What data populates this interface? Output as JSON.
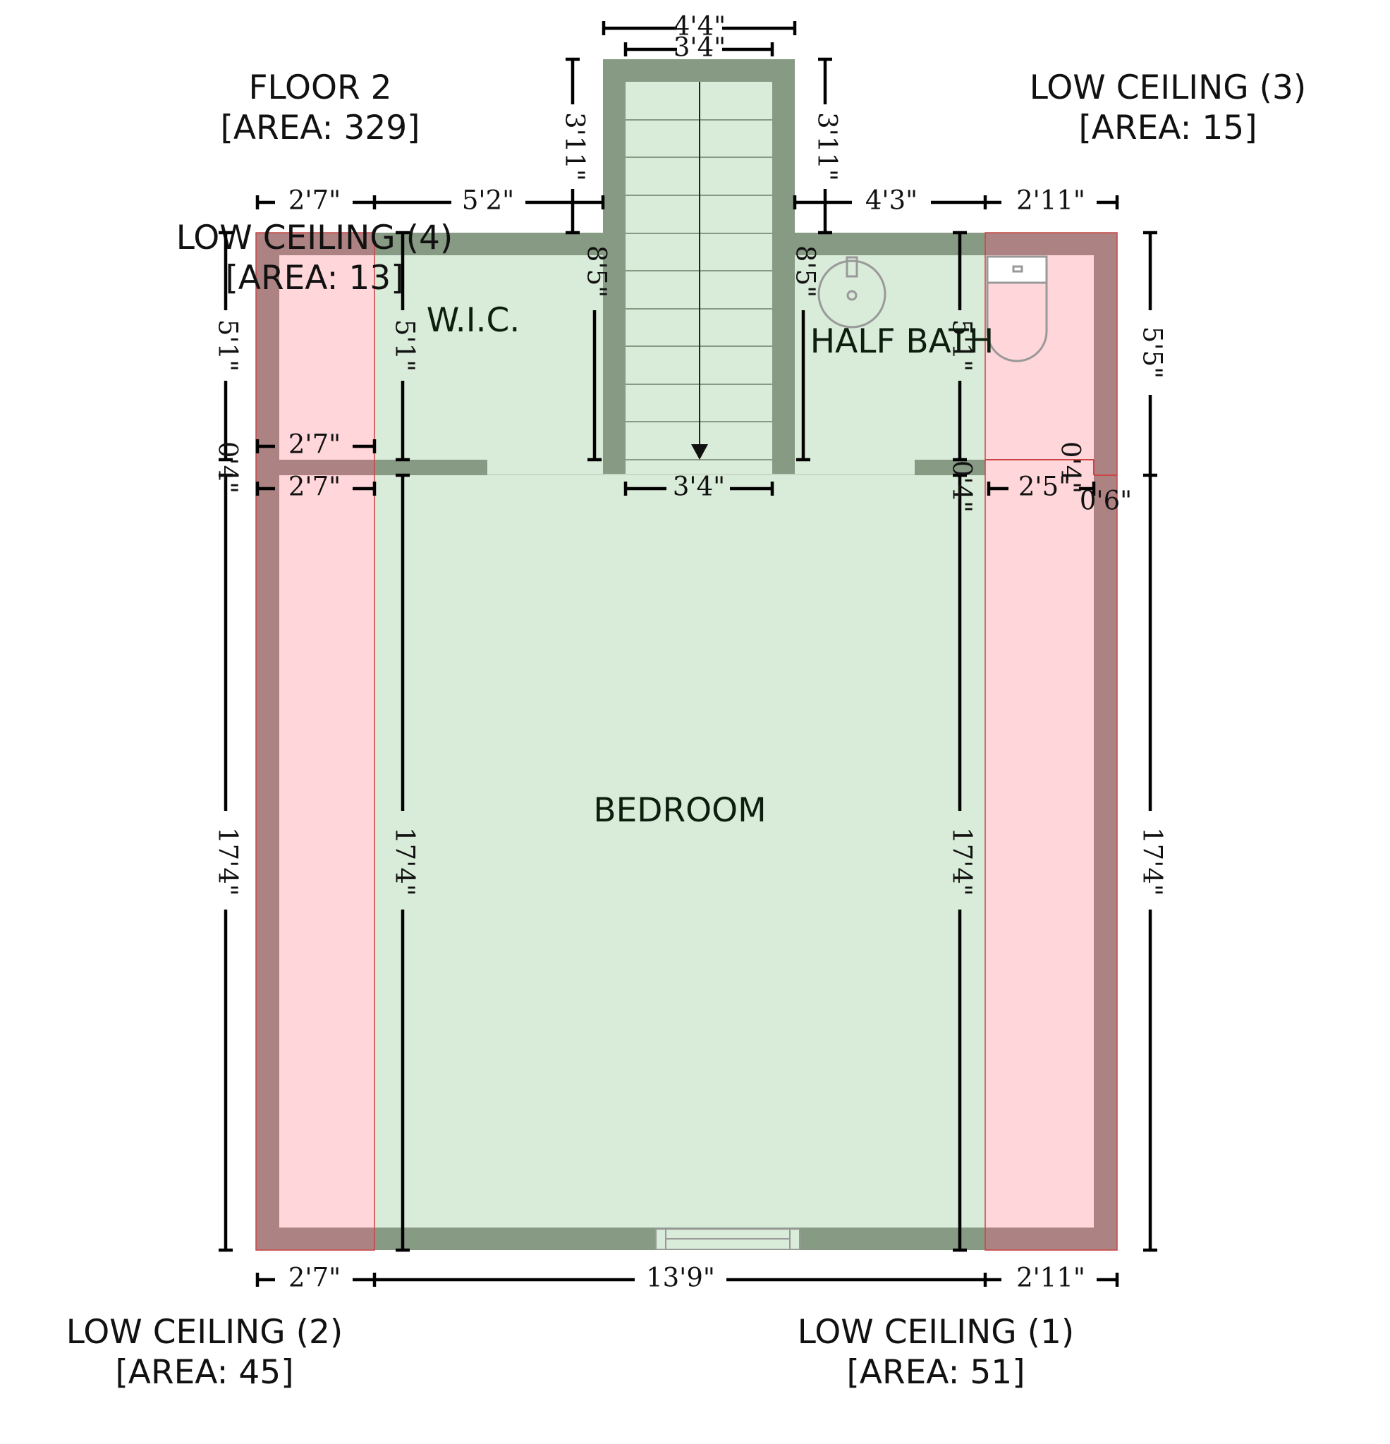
{
  "colors": {
    "floor": "#d9ebd9",
    "wall": "#879a84",
    "low_ceiling_fill": "#ffd6d9",
    "low_ceiling_wall": "#ac8282",
    "low_ceiling_border": "#cc4444"
  },
  "labels": {
    "floor": {
      "name": "FLOOR 2",
      "area": "[AREA: 329]"
    },
    "low_ceiling_3": {
      "name": "LOW CEILING (3)",
      "area": "[AREA: 15]"
    },
    "low_ceiling_4": {
      "name": "LOW CEILING (4)",
      "area": "[AREA: 13]"
    },
    "low_ceiling_2": {
      "name": "LOW CEILING (2)",
      "area": "[AREA: 45]"
    },
    "low_ceiling_1": {
      "name": "LOW CEILING (1)",
      "area": "[AREA: 51]"
    }
  },
  "rooms": {
    "wic": "W.I.C.",
    "half_bath": "HALF BATH",
    "bedroom": "BEDROOM"
  },
  "dimensions": {
    "stair_outer_width": "4'4\"",
    "stair_inner_width": "3'4\"",
    "stair_left_depth": "3'11\"",
    "stair_right_depth": "3'11\"",
    "top_left_low": "2'7\"",
    "top_left_wall": "5'2\"",
    "top_right_wall": "4'3\"",
    "top_right_low": "2'11\"",
    "stair_left_len": "8'5\"",
    "stair_right_len": "8'5\"",
    "wic_left_height": "5'1\"",
    "wic_inner_height": "5'1\"",
    "bath_inner_height": "5'1\"",
    "right_upper_height": "5'5\"",
    "wic_low_width": "2'7\"",
    "partition_left": "0'4\"",
    "bedroom_low_width": "2'7\"",
    "stair_opening": "3'4\"",
    "partition_right": "0'4\"",
    "bath_low_width": "2'5\"",
    "partition_far_right": "0'4\"",
    "step_offset": "0'6\"",
    "left_lower_height": "17'4\"",
    "bed_left_height": "17'4\"",
    "bed_right_height": "17'4\"",
    "right_lower_height": "17'4\"",
    "bottom_left_low": "2'7\"",
    "bottom_main": "13'9\"",
    "bottom_right_low": "2'11\""
  }
}
